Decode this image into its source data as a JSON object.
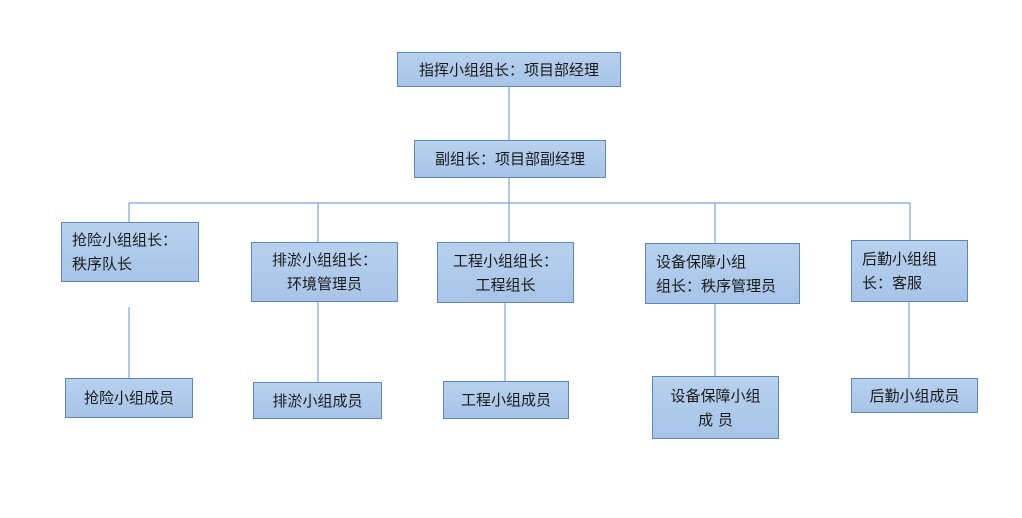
{
  "colors": {
    "box_fill": "#aec9ea",
    "box_border": "#5f87bd",
    "connector": "#7da3d6"
  },
  "nodes": {
    "director": "指挥小组组长：项目部经理",
    "deputy": "副组长：项目部副经理",
    "rescue_lead": "抢险小组组长：\n秩序队长",
    "drainage_lead": "排淤小组组长：\n环境管理员",
    "engineering_lead": "工程小组组长：\n工程组长",
    "equipment_lead": "设备保障小组\n组长：秩序管理员",
    "logistics_lead": "后勤小组组\n长：客服",
    "rescue_members": "抢险小组成员",
    "drainage_members": "排淤小组成员",
    "engineering_members": "工程小组成员",
    "equipment_members": "设备保障小组\n成 员",
    "logistics_members": "后勤小组成员"
  }
}
